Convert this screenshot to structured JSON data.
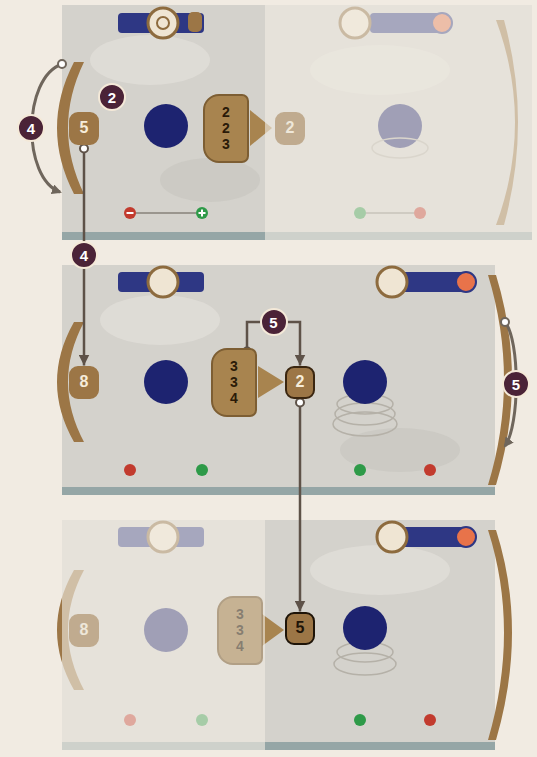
{
  "diagram": {
    "nodes": [
      {
        "text": [
          "5"
        ]
      },
      {
        "text": [
          "2",
          "2",
          "3"
        ]
      },
      {
        "text": [
          "2"
        ]
      },
      {
        "text": [
          "8"
        ]
      },
      {
        "text": [
          "3",
          "3",
          "4"
        ]
      },
      {
        "text": [
          "2"
        ]
      },
      {
        "text": [
          "8"
        ]
      },
      {
        "text": [
          "3",
          "3",
          "4"
        ]
      },
      {
        "text": [
          "5"
        ]
      }
    ],
    "edges": [
      {
        "from": 0,
        "to": 3,
        "arrow": "to",
        "label": "4"
      },
      {
        "from": 4,
        "to": 5,
        "arrow": "to",
        "label": "5"
      },
      {
        "from": 5,
        "to": 8,
        "arrow": "to"
      }
    ],
    "labels": [
      "4",
      "2",
      "5"
    ]
  }
}
